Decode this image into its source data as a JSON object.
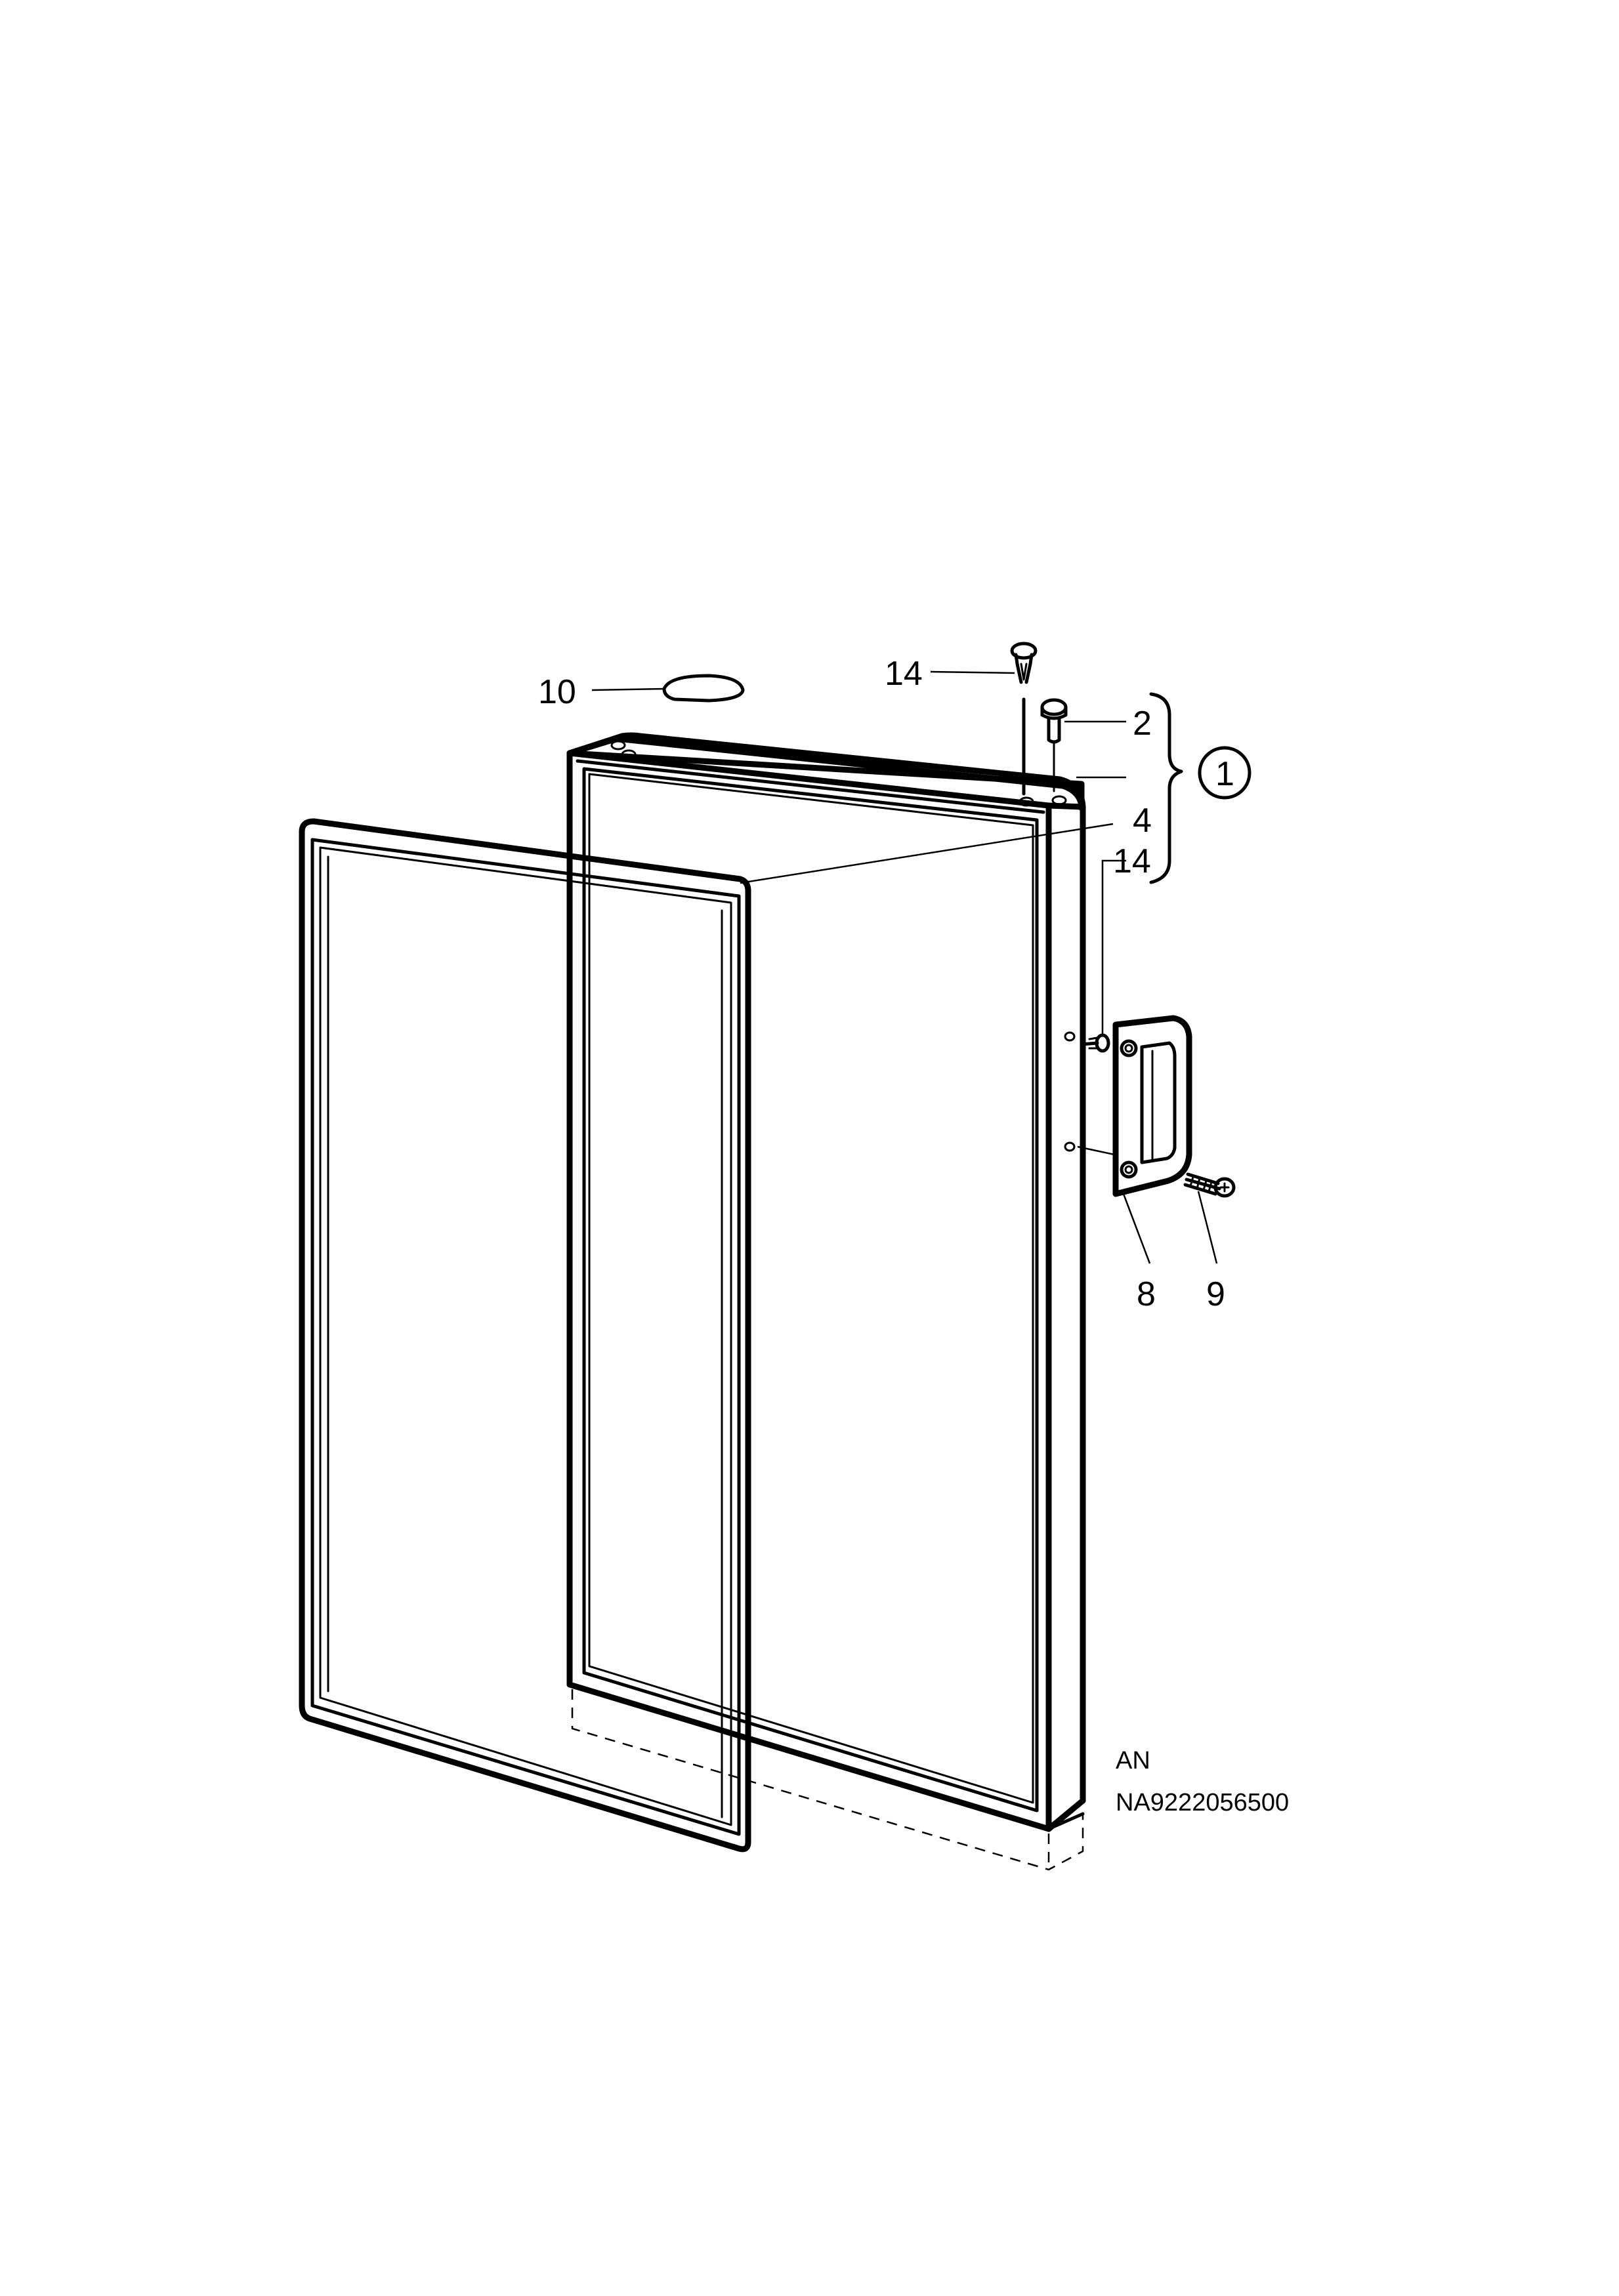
{
  "diagram": {
    "callouts": {
      "c10": "10",
      "c14_top": "14",
      "c2": "2",
      "c1": "1",
      "c4": "4",
      "c14_side": "14",
      "c8": "8",
      "c9": "9"
    },
    "reference": {
      "code": "AN",
      "number": "NA9222056500"
    }
  }
}
